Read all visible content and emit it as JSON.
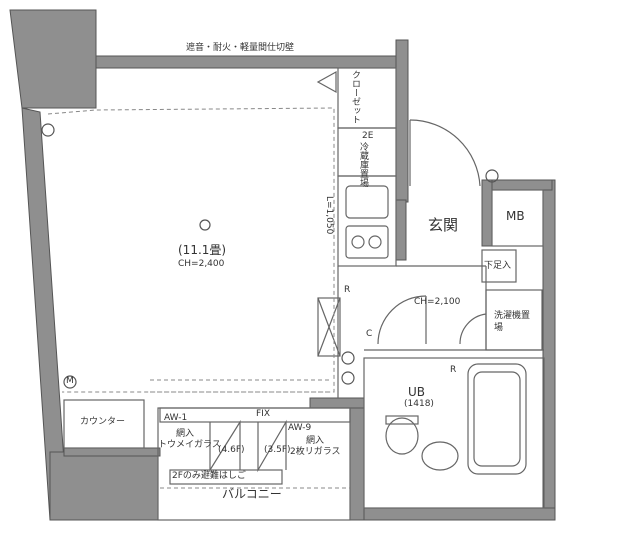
{
  "plan": {
    "partition_note": "遮音・耐火・軽量間仕切壁",
    "closet": "クローゼット",
    "fridge": "冷蔵庫置場",
    "fridge_mark": "2E",
    "room_size": "(11.1畳)",
    "room_ch": "CH=2,400",
    "counter_length": "L=1,050",
    "entrance": "玄関",
    "mb": "MB",
    "shoe_box": "下足入",
    "entry_ch": "CH=2,100",
    "washer": "洗濯機置場",
    "ub": "UB",
    "ub_size": "(1418)",
    "counter": "カウンター",
    "fix": "FIX",
    "aw1": "AW-1",
    "aw1_note": "網入",
    "aw1_glass": "トウメイガラス",
    "h46": "(4.6F)",
    "h35": "(3.5F)",
    "aw9": "AW-9",
    "aw9_note": "網入",
    "aw9_glass": "2枚リガラス",
    "ladder_note": "2Fのみ避難はしご",
    "balcony": "バルコニー",
    "r_mark": "R",
    "c_mark": "C",
    "m_mark": "M"
  }
}
